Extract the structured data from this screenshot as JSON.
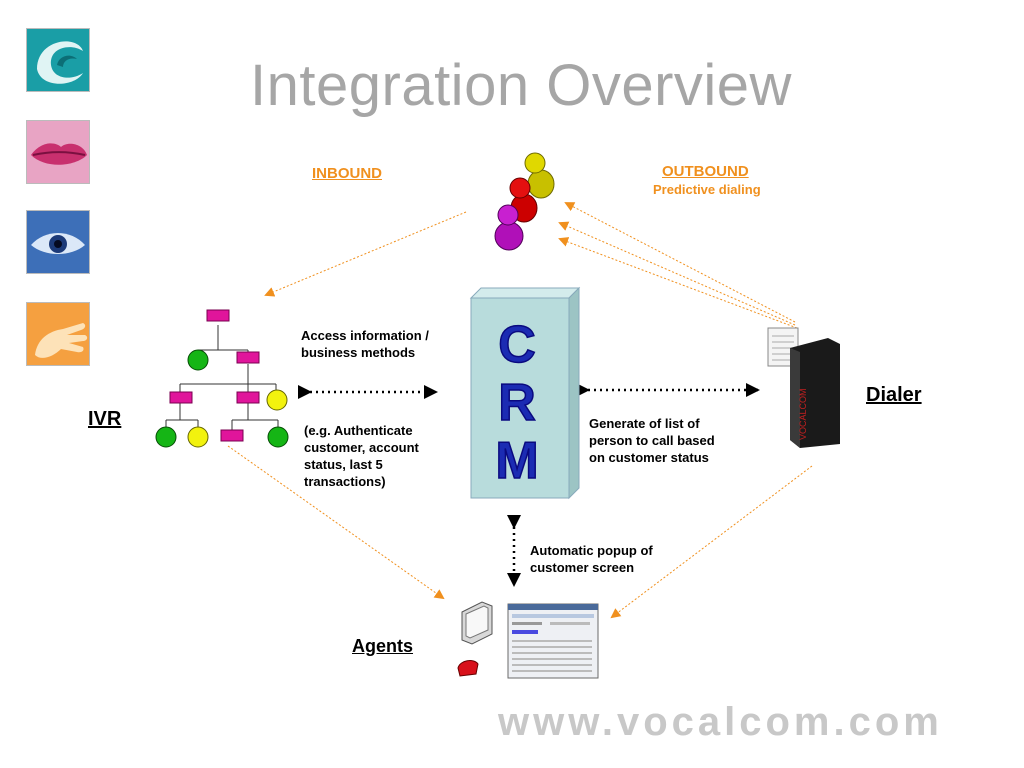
{
  "title": "Integration Overview",
  "labels": {
    "inbound": "INBOUND",
    "outbound": "OUTBOUND",
    "predictive": "Predictive dialing",
    "ivr": "IVR",
    "dialer": "Dialer",
    "agents": "Agents",
    "crm": "C R M"
  },
  "notes": {
    "access_line1": "Access information /",
    "access_line2": "business methods",
    "example_line1": "(e.g. Authenticate",
    "example_line2": "customer, account",
    "example_line3": "status, last 5",
    "example_line4": "transactions)",
    "generate_line1": "Generate of list of",
    "generate_line2": "person to call based",
    "generate_line3": "on customer status",
    "popup_line1": "Automatic popup of",
    "popup_line2": "customer screen"
  },
  "footer": "www.vocalcom.com",
  "colors": {
    "orange": "#f0901e",
    "crm_blue": "#1b2bb3",
    "crm_box": "#b8dcdc",
    "magenta": "#e0159b",
    "green": "#15b515",
    "yellow": "#f2f20e"
  },
  "icons": {
    "thumbnails": [
      "swirl-thumbnail",
      "lips-thumbnail",
      "eye-thumbnail",
      "hand-thumbnail"
    ],
    "people": "people-group-icon",
    "dialer": "dialer-server-icon",
    "agent": "agent-workstation-icon"
  }
}
